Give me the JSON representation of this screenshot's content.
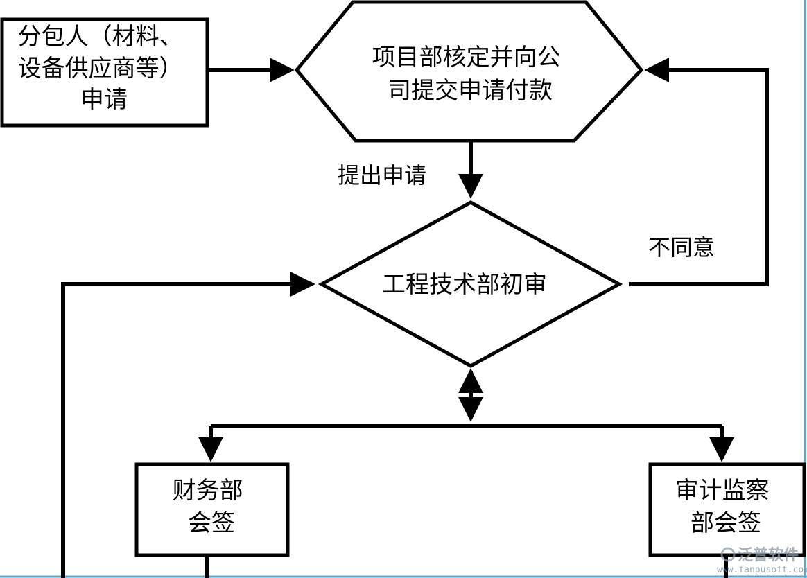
{
  "diagram": {
    "nodes": {
      "subcontractor": {
        "shape": "rectangle",
        "lines": [
          "分包人（材料、",
          "设备供应商等）",
          "申请"
        ]
      },
      "project_dept": {
        "shape": "hexagon",
        "lines": [
          "项目部核定并向公",
          "司提交申请付款"
        ]
      },
      "engineering_review": {
        "shape": "diamond",
        "lines": [
          "工程技术部初审"
        ]
      },
      "finance": {
        "shape": "rectangle",
        "lines": [
          "财务部",
          "会签"
        ]
      },
      "audit": {
        "shape": "rectangle",
        "lines": [
          "审计监察",
          "部会签"
        ]
      }
    },
    "edges": [
      {
        "from": "subcontractor",
        "to": "project_dept",
        "label": ""
      },
      {
        "from": "project_dept",
        "to": "engineering_review",
        "label": "提出申请"
      },
      {
        "from": "engineering_review",
        "to": "project_dept",
        "label": "不同意"
      },
      {
        "from": "engineering_review",
        "to": "finance",
        "label": ""
      },
      {
        "from": "engineering_review",
        "to": "audit",
        "label": ""
      }
    ]
  },
  "watermark": {
    "text": "泛普软件",
    "url": "www.fanpusoft.com"
  },
  "colors": {
    "stroke": "#000000",
    "background": "#ffffff",
    "frame": "#5aa9cc"
  }
}
